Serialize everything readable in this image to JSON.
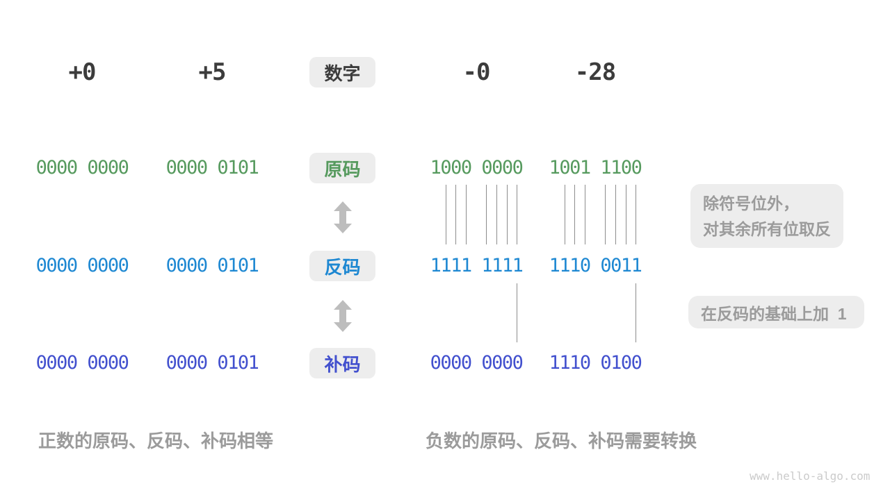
{
  "colors": {
    "green": "#569A5E",
    "blue": "#1E88D2",
    "indigo": "#4250CE",
    "dark": "#3C3C3C",
    "gray-text": "#9B9B9B",
    "box-bg": "#EDEDED",
    "line-gray": "#8C8C8C",
    "arrow-gray": "#BDBDBD",
    "watermark": "#CBCBCB"
  },
  "header": {
    "label": "数字",
    "numbers": [
      "+0",
      "+5",
      "-0",
      "-28"
    ]
  },
  "rows": [
    {
      "label": "原码",
      "values": [
        "0000 0000",
        "0000 0101",
        "1000 0000",
        "1001 1100"
      ]
    },
    {
      "label": "反码",
      "values": [
        "0000 0000",
        "0000 0101",
        "1111 1111",
        "1110 0011"
      ]
    },
    {
      "label": "补码",
      "values": [
        "0000 0000",
        "0000 0101",
        "0000 0000",
        "1110 0100"
      ]
    }
  ],
  "annotations": {
    "invert_line1": "除符号位外，",
    "invert_line2": "对其余所有位取反",
    "add_one": "在反码的基础上加  1"
  },
  "captions": {
    "positive": "正数的原码、反码、补码相等",
    "negative": "负数的原码、反码、补码需要转换"
  },
  "watermark": "www.hello-algo.com"
}
